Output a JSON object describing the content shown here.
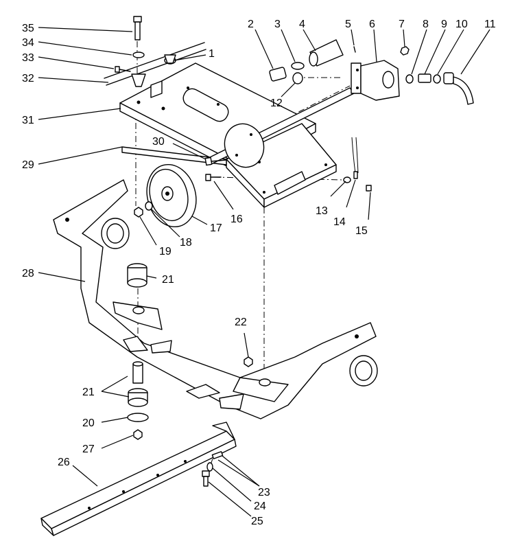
{
  "callouts": {
    "c1": "1",
    "c2": "2",
    "c3": "3",
    "c4": "4",
    "c5": "5",
    "c6": "6",
    "c7": "7",
    "c8": "8",
    "c9": "9",
    "c10": "10",
    "c11": "11",
    "c12": "12",
    "c13": "13",
    "c14": "14",
    "c15": "15",
    "c16": "16",
    "c17": "17",
    "c18": "18",
    "c19": "19",
    "c20": "20",
    "c21a": "21",
    "c21b": "21",
    "c22": "22",
    "c23": "23",
    "c24": "24",
    "c25": "25",
    "c26": "26",
    "c27": "27",
    "c28": "28",
    "c29": "29",
    "c30": "30",
    "c31": "31",
    "c32": "32",
    "c33": "33",
    "c34": "34",
    "c35": "35"
  }
}
